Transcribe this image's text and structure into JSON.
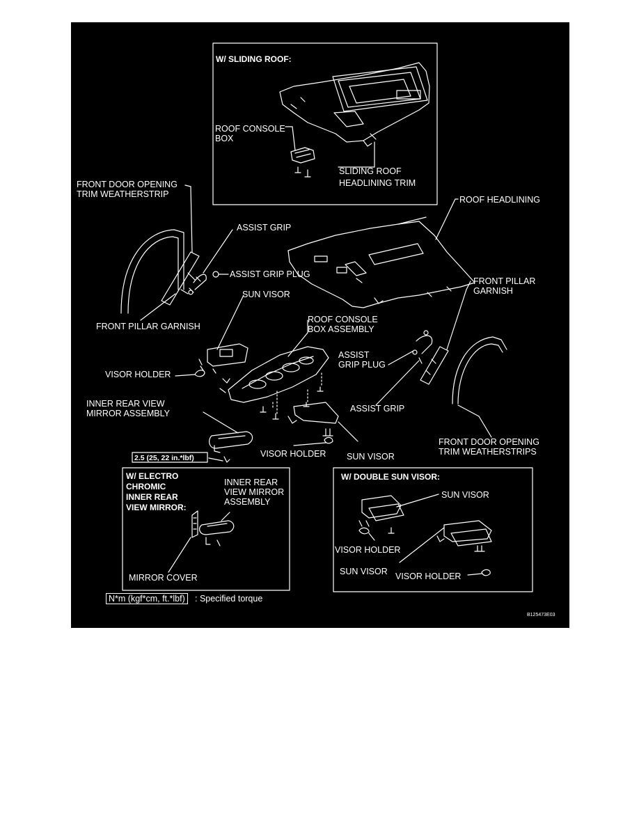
{
  "diagram": {
    "colors": {
      "background": "#000000",
      "line": "#ffffff",
      "page": "#ffffff"
    },
    "insets": {
      "sliding_roof": {
        "title": "W/ SLIDING ROOF:",
        "roof_console_box": "ROOF CONSOLE\nBOX",
        "sliding_roof_headlining_trim": "SLIDING ROOF\nHEADLINING TRIM"
      },
      "electro_chromic": {
        "title": "W/ ELECTRO\nCHROMIC\nINNER REAR\nVIEW MIRROR:",
        "inner_rear_view_mirror_assembly": "INNER REAR\nVIEW MIRROR\nASSEMBLY",
        "mirror_cover": "MIRROR COVER"
      },
      "double_sun_visor": {
        "title": "W/ DOUBLE SUN VISOR:",
        "sun_visor_upper": "SUN VISOR",
        "visor_holder_left": "VISOR HOLDER",
        "sun_visor_lower": "SUN VISOR",
        "visor_holder_right": "VISOR HOLDER"
      }
    },
    "labels": {
      "front_door_opening_trim_weatherstrip": "FRONT DOOR OPENING\nTRIM WEATHERSTRIP",
      "roof_headlining": "ROOF HEADLINING",
      "assist_grip_left": "ASSIST GRIP",
      "assist_grip_plug_left": "ASSIST GRIP PLUG",
      "front_pillar_garnish_right": "FRONT PILLAR\nGARNISH",
      "sun_visor_left": "SUN VISOR",
      "front_pillar_garnish_left": "FRONT PILLAR GARNISH",
      "roof_console_box_assembly": "ROOF CONSOLE\nBOX ASSEMBLY",
      "assist_grip_plug_right": "ASSIST\nGRIP PLUG",
      "visor_holder_left": "VISOR HOLDER",
      "inner_rear_view_mirror_assembly": "INNER REAR VIEW\nMIRROR ASSEMBLY",
      "assist_grip_right": "ASSIST GRIP",
      "front_door_opening_trim_weatherstrips": "FRONT DOOR OPENING\nTRIM WEATHERSTRIPS",
      "visor_holder_center": "VISOR HOLDER",
      "sun_visor_center": "SUN VISOR",
      "torque_value": "2.5 (25, 22 in.*lbf)"
    },
    "legend": {
      "unit": "N*m (kgf*cm, ft.*lbf)",
      "description": ": Specified torque"
    },
    "figure_code": "B125473E03"
  }
}
